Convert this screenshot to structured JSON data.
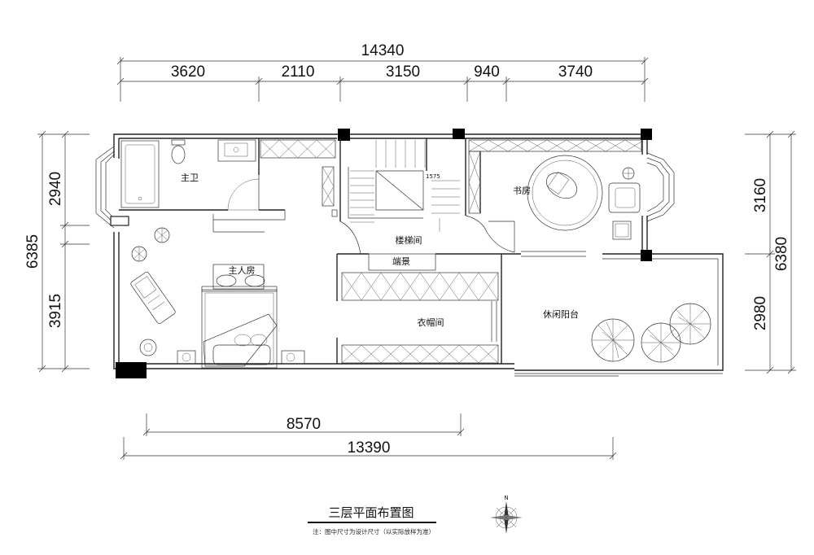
{
  "dimensions": {
    "top_total": "14340",
    "top_segments": [
      "3620",
      "2110",
      "3150",
      "940",
      "3740"
    ],
    "left_total": "6385",
    "left_segments": [
      "2940",
      "3915"
    ],
    "right_total": "6380",
    "right_segments": [
      "3160",
      "2980"
    ],
    "bottom_inner": "8570",
    "bottom_total": "13390",
    "stair_mark": "1575"
  },
  "rooms": {
    "master_bath": "主卫",
    "master_bedroom": "主人房",
    "stairwell": "楼梯间",
    "end_view": "端景",
    "wardrobe": "衣帽间",
    "study": "书房",
    "balcony": "休闲阳台"
  },
  "footer": {
    "title": "三层平面布置图",
    "note": "注：图中尺寸为设计尺寸（以实际放样为准）",
    "compass_letter": "N"
  }
}
